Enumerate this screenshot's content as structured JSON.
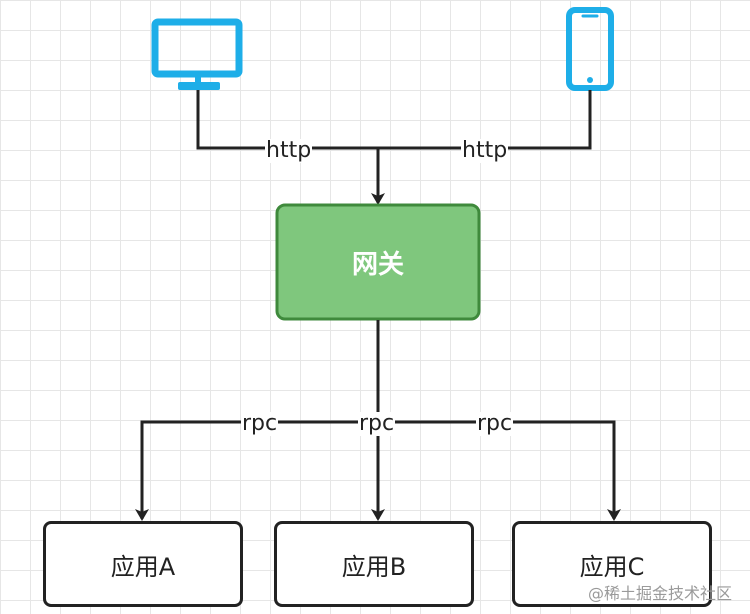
{
  "nodes": {
    "gateway": {
      "label": "网关",
      "fill": "#7fc77d",
      "stroke": "#3f8a3c"
    },
    "app_a": {
      "label": "应用A"
    },
    "app_b": {
      "label": "应用B"
    },
    "app_c": {
      "label": "应用C"
    }
  },
  "edges": {
    "desktop_to_gateway": "http",
    "phone_to_gateway": "http",
    "gateway_to_app_a": "rpc",
    "gateway_to_app_b": "rpc",
    "gateway_to_app_c": "rpc"
  },
  "icons": {
    "desktop": {
      "name": "desktop-monitor-icon",
      "color": "#1eaee8"
    },
    "phone": {
      "name": "smartphone-icon",
      "color": "#1eaee8"
    }
  },
  "watermark": "@稀土掘金技术社区"
}
